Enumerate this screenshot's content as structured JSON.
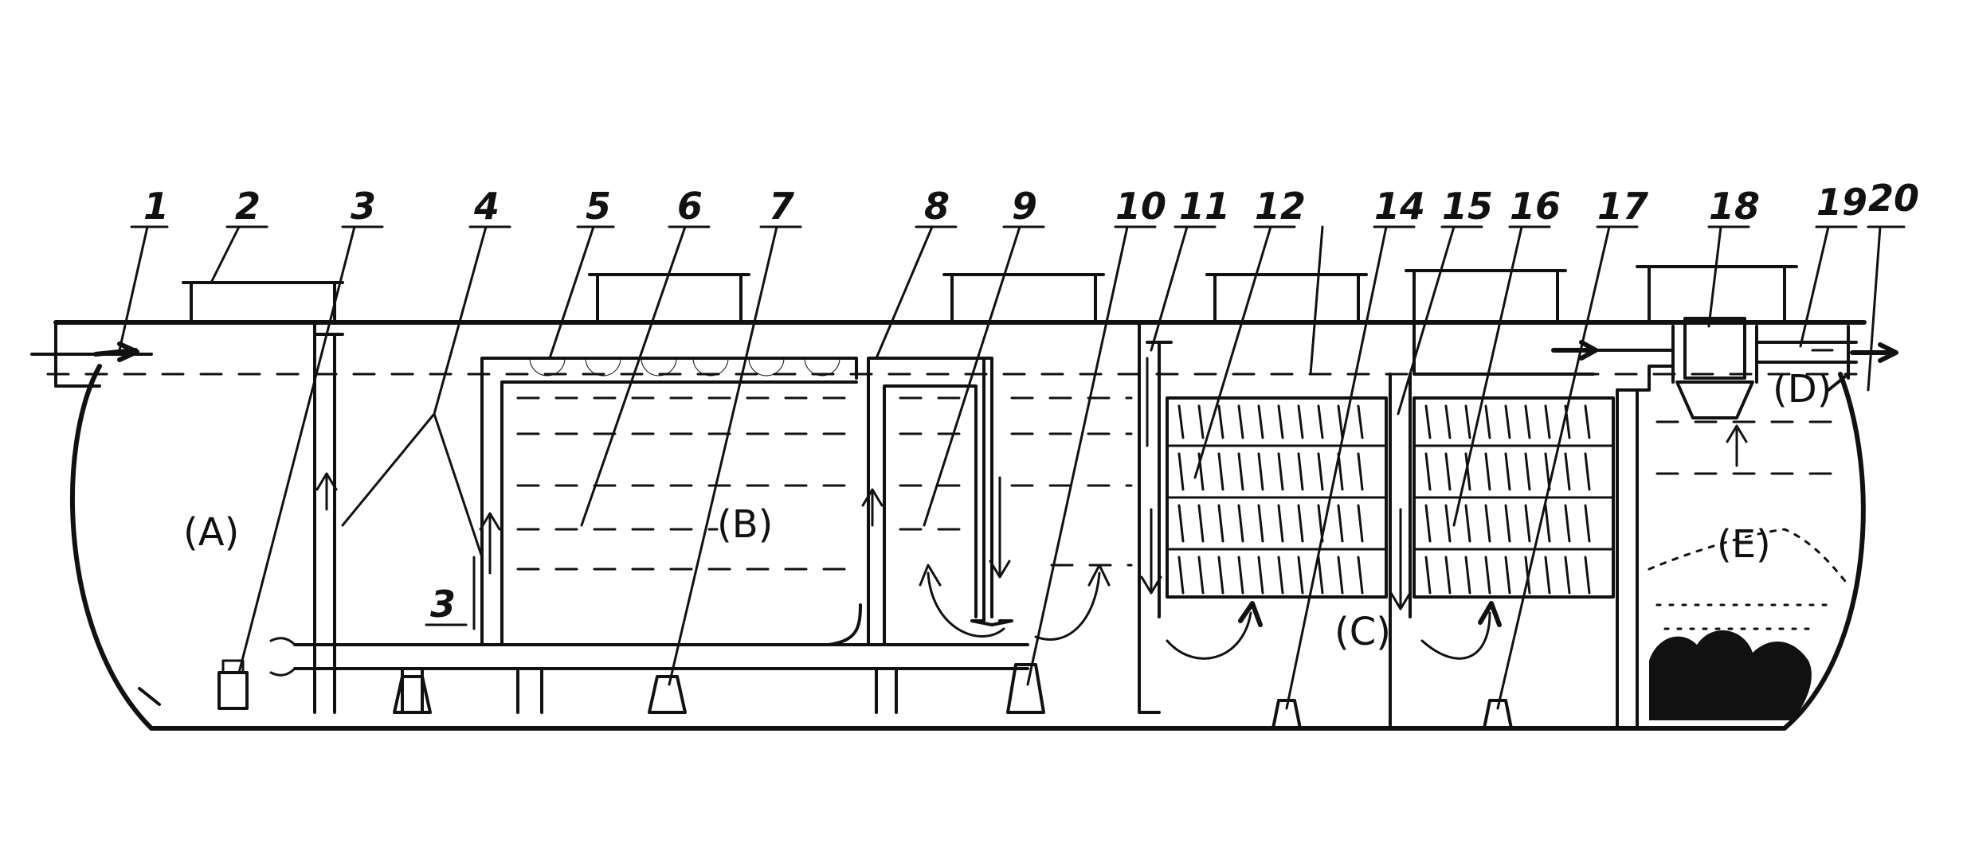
{
  "labels": {
    "n1": "1",
    "n2": "2",
    "n3": "3",
    "n3b": "3",
    "n4": "4",
    "n5": "5",
    "n6": "6",
    "n7": "7",
    "n8": "8",
    "n9": "9",
    "n10": "10",
    "n11": "11",
    "n12": "12",
    "n14": "14",
    "n15": "15",
    "n16": "16",
    "n17": "17",
    "n18": "18",
    "n19": "19",
    "n20": "20"
  },
  "zones": {
    "a": "(A)",
    "b": "(B)",
    "c": "(C)",
    "d": "(D)",
    "e": "(E)"
  }
}
